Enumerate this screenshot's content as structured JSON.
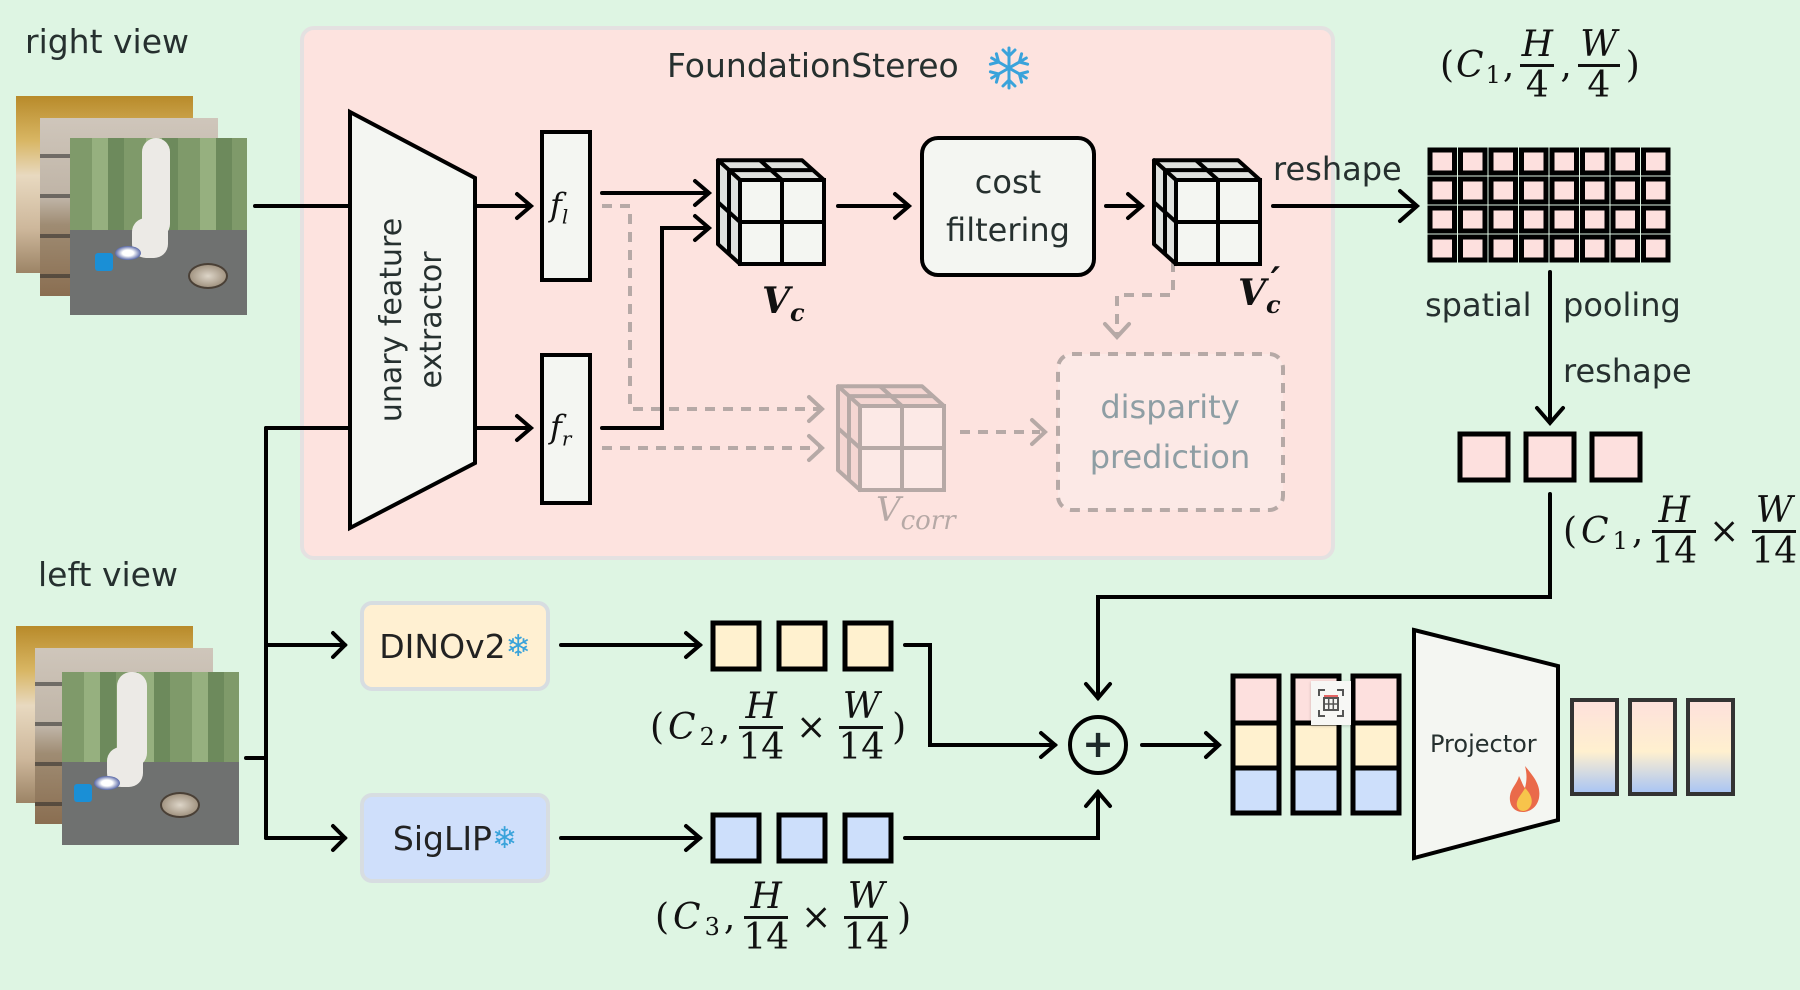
{
  "views": {
    "right_label": "right view",
    "left_label": "left view"
  },
  "foundation_stereo": {
    "title": "FoundationStereo",
    "frozen_icon": "snowflake-icon",
    "extractor_label_line1": "unary feature",
    "extractor_label_line2": "extractor",
    "f_left": "f",
    "f_left_sub": "l",
    "f_right": "f",
    "f_right_sub": "r",
    "vc_label": "V",
    "vc_sub": "c",
    "cost_filter_line1": "cost",
    "cost_filter_line2": "filtering",
    "vc_prime_label": "V",
    "vc_prime_sub": "c",
    "vc_prime_mark": "′",
    "vcorr_label": "V",
    "vcorr_sub": "corr",
    "disparity_line1": "disparity",
    "disparity_line2": "prediction"
  },
  "stereo_branch": {
    "reshape_label": "reshape",
    "grid_shape": {
      "rows": 4,
      "cols": 8
    },
    "grid_dims": {
      "open": "(",
      "c": "C",
      "c_sub": "1",
      "h": "H",
      "w": "W",
      "den1": "4",
      "den2": "4",
      "close": ")",
      "sep": ","
    },
    "spatial_label": "spatial",
    "pooling_label": "pooling",
    "reshape2_label": "reshape",
    "pooled_tokens": 3,
    "pooled_dims": {
      "c": "C",
      "c_sub": "1",
      "h": "H",
      "w": "W",
      "den": "14",
      "times": "×"
    }
  },
  "encoders": {
    "dino_label": "DINOv2",
    "siglip_label": "SigLIP",
    "frozen_icon": "❄",
    "dino_dims": {
      "c": "C",
      "c_sub": "2",
      "h": "H",
      "w": "W",
      "den": "14",
      "times": "×"
    },
    "siglip_dims": {
      "c": "C",
      "c_sub": "3",
      "h": "H",
      "w": "W",
      "den": "14",
      "times": "×"
    }
  },
  "fusion": {
    "operator": "+",
    "stack_columns": 3,
    "projector_label": "Projector",
    "trainable_icon": "fire-icon",
    "output_tokens": 3
  },
  "colors": {
    "background": "#def5e3",
    "panel_pink": "#fde3df",
    "token_pink": "#fde0de",
    "token_yellow": "#fff1cf",
    "token_blue": "#cddffb",
    "dino_box": "#fff0d2",
    "siglip_box": "#cfdffb",
    "module_fill": "#f4f6f2",
    "ghost": "#b3a5a2",
    "snowflake": "#3aa3db"
  }
}
